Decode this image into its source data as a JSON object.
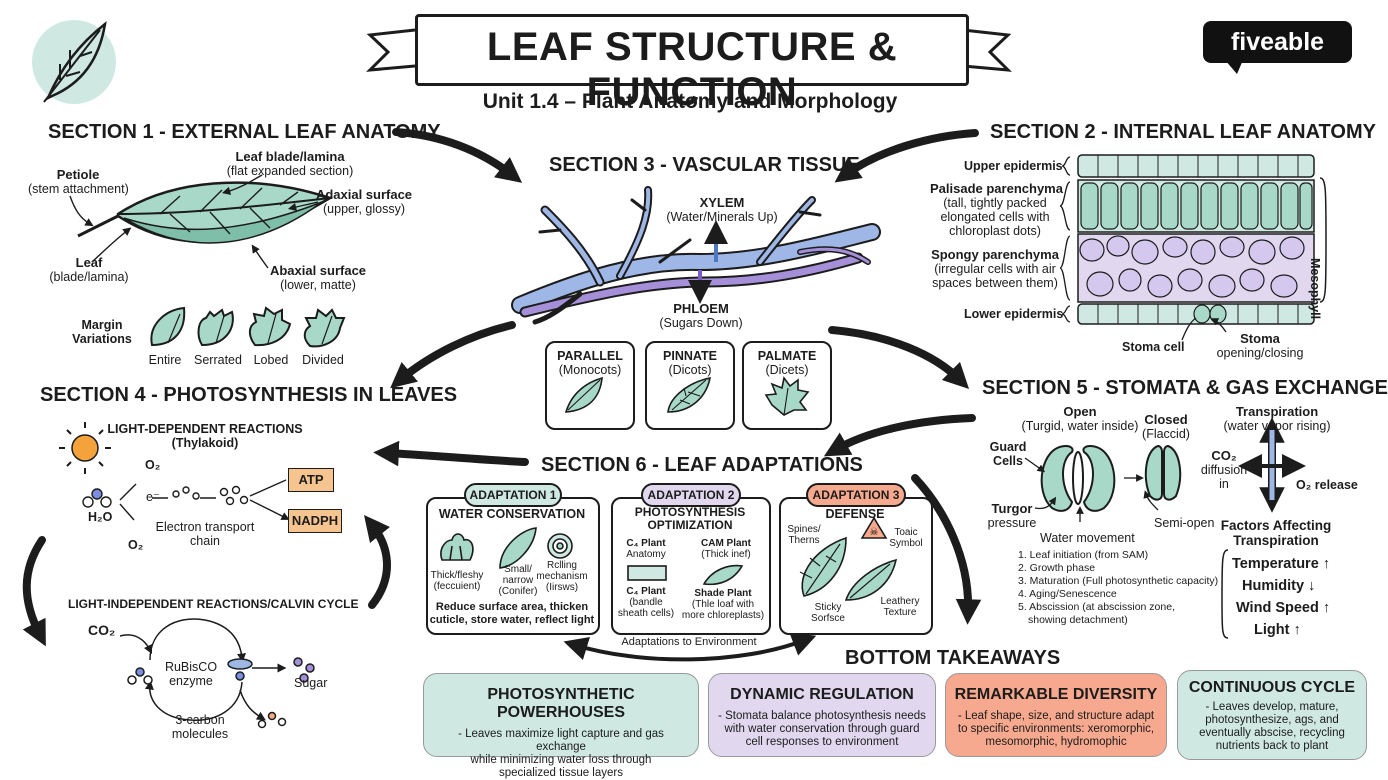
{
  "header": {
    "title": "LEAF STRUCTURE & FUNCTION",
    "subtitle": "Unit 1.4 – Plant Anatomy and Morphology",
    "logo": "fiveable"
  },
  "colors": {
    "green": "#cfe9e2",
    "purple": "#e1d8f0",
    "orange": "#f6a98e",
    "vein_blue": "#9fb7e6",
    "vein_purple": "#a58fd9",
    "sun": "#f4a23b"
  },
  "section1": {
    "title": "SECTION 1 - EXTERNAL LEAF ANATOMY",
    "petiole": [
      "Petiole",
      "(stem attachment)"
    ],
    "blade": [
      "Leaf blade/lamina",
      "(flat expanded section)"
    ],
    "adaxial": [
      "Adaxial surface",
      "(upper, glossy)"
    ],
    "leaf": [
      "Leaf",
      "(blade/lamina)"
    ],
    "abaxial": [
      "Abaxial surface",
      "(lower, matte)"
    ],
    "margin_title": [
      "Margin",
      "Variations"
    ],
    "margins": [
      "Entire",
      "Serrated",
      "Lobed",
      "Divided"
    ]
  },
  "section2": {
    "title": "SECTION 2 - INTERNAL LEAF ANATOMY",
    "upper": "Upper epidermis",
    "palisade": [
      "Palisade parenchyma",
      "(tall, tightly packed",
      "elongated cells with",
      "chloroplast dots)"
    ],
    "spongy": [
      "Spongy parenchyma",
      "(irregular cells with air",
      "spaces between them)"
    ],
    "lower": "Lower epidermis",
    "mesophyll": "Mesophyll",
    "stoma_cell": "Stoma cell",
    "stoma": [
      "Stoma",
      "opening/closing"
    ]
  },
  "section3": {
    "title": "SECTION 3 - VASCULAR TISSUE",
    "xylem": [
      "XYLEM",
      "(Water/Minerals Up)"
    ],
    "phloem": [
      "PHLOEM",
      "(Sugars Down)"
    ],
    "venation": [
      {
        "name": "PARALLEL",
        "sub": "(Monocots)"
      },
      {
        "name": "PINNATE",
        "sub": "(Dicots)"
      },
      {
        "name": "PALMATE",
        "sub": "(Dicets)"
      }
    ]
  },
  "section4": {
    "title": "SECTION 4 - PHOTOSYNTHESIS IN LEAVES",
    "light": [
      "LIGHT-DEPENDENT REACTIONS",
      "(Thylakoid)"
    ],
    "o2": "O₂",
    "electron": "e⁻",
    "h2o": "H₂O",
    "o2b": "O₂",
    "etc": [
      "Electron transport",
      "chain"
    ],
    "atp": "ATP",
    "nadph": "NADPH",
    "calvin": "LIGHT-INDEPENDENT REACTIONS/CALVIN CYCLE",
    "co2": "CO₂",
    "rubisco": [
      "RuBisCO",
      "enzyme"
    ],
    "sugar": "Sugar",
    "carbon3": [
      "3-carbon",
      "molecules"
    ]
  },
  "section5": {
    "title": "SECTION 5 - STOMATA & GAS EXCHANGE",
    "open": [
      "Open",
      "(Turgid, water inside)"
    ],
    "closed": [
      "Closed",
      "(Flaccid)"
    ],
    "guard": [
      "Guard",
      "Cells"
    ],
    "turgor": [
      "Turgor",
      "pressure"
    ],
    "water_move": "Water movement",
    "semi": "Semi-open",
    "transpiration": [
      "Transpiration",
      "(water vapor rising)"
    ],
    "co2": [
      "CO₂",
      "diffusion",
      "in"
    ],
    "o2": "O₂ release",
    "factors_title": [
      "Factors Affecting",
      "Transpiration"
    ],
    "factors": [
      "Temperature ↑",
      "Humidity ↓",
      "Wind Speed ↑",
      "Light ↑"
    ],
    "lifecycle": [
      "1. Leaf initiation (from SAM)",
      "2. Growth phase",
      "3. Maturation (Full photosynthetic capacity)",
      "4. Aging/Senescence",
      "5. Abscission (at abscission zone,",
      "showing detachment)"
    ]
  },
  "section6": {
    "title": "SECTION 6 - LEAF ADAPTATIONS",
    "a1": {
      "pill": "ADAPTATION 1",
      "head": "WATER CONSERVATION",
      "thick": [
        "Thick/fleshy",
        "(feccuient)"
      ],
      "small": [
        "Small/",
        "narrow",
        "(Conifer)"
      ],
      "rolling": [
        "Rclling",
        "mechanism",
        "(Iirsws)"
      ],
      "desc": [
        "Reduce surface area, thicken",
        "cuticle, store water, reflect light"
      ]
    },
    "a2": {
      "pill": "ADAPTATION 2",
      "head": [
        "PHOTOSYNTHESIS",
        "OPTIMIZATION"
      ],
      "c4": [
        "C₄ Plant",
        "Anatomy"
      ],
      "cam": [
        "CAM Plant",
        "(Thick inef)"
      ],
      "c4b": [
        "C₄ Plant",
        "(bandle",
        "sheath cells)"
      ],
      "shade": [
        "Shade Plant",
        "(Thle loaf with",
        "more chloreplasts)"
      ]
    },
    "a3": {
      "pill": "ADAPTATION 3",
      "head": "DEFENSE",
      "spines": [
        "Spines/",
        "Therns"
      ],
      "toxic": [
        "Toaic",
        "Symbol"
      ],
      "sticky": [
        "Sticky",
        "Sorfsce"
      ],
      "leathery": [
        "Leathery",
        "Texture"
      ]
    },
    "env": "Adaptations to Environment"
  },
  "takeaways": {
    "title": "BOTTOM TAKEAWAYS",
    "items": [
      {
        "h": "PHOTOSYNTHETIC POWERHOUSES",
        "d": [
          "- Leaves maximize light capture and gas exchange",
          "while minimizing water loss through",
          "specialized tissue layers"
        ],
        "color": "#cfe9e2"
      },
      {
        "h": "DYNAMIC REGULATION",
        "d": [
          "- Stomata balance photosynthesis needs",
          "with water conservation through guard",
          "cell responses to environment"
        ],
        "color": "#e1d8f0"
      },
      {
        "h": "REMARKABLE DIVERSITY",
        "d": [
          "- Leaf shape, size, and structure adapt",
          "to specific environments: xeromorphic,",
          "mesomorphic, hydromophic"
        ],
        "color": "#f6a98e"
      },
      {
        "h": "CONTINUOUS CYCLE",
        "d": [
          "- Leaves develop, mature,",
          "photosynthesize, ags, and",
          "eventually abscise, recycling",
          "nutrients back to plant"
        ],
        "color": "#cfe9e2"
      }
    ]
  }
}
